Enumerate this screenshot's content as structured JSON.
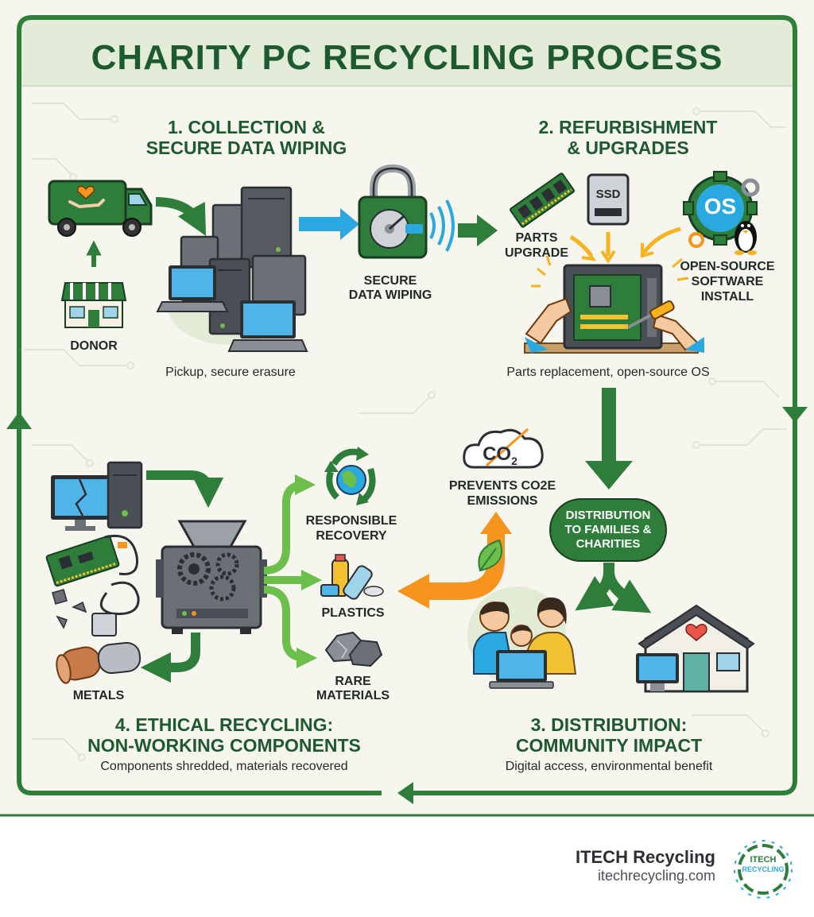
{
  "title": "CHARITY PC RECYCLING PROCESS",
  "step1": {
    "title_line1": "1. COLLECTION &",
    "title_line2": "SECURE DATA WIPING",
    "caption": "Pickup, secure erasure",
    "donor": "DONOR",
    "wipe_line1": "SECURE",
    "wipe_line2": "DATA WIPING"
  },
  "step2": {
    "title_line1": "2. REFURBISHMENT",
    "title_line2": "& UPGRADES",
    "caption": "Parts replacement, open-source OS",
    "parts_line1": "PARTS",
    "parts_line2": "UPGRADE",
    "ssd": "SSD",
    "os": "OS",
    "software_line1": "OPEN-SOURCE",
    "software_line2": "SOFTWARE",
    "software_line3": "INSTALL"
  },
  "step3": {
    "title_line1": "3. DISTRIBUTION:",
    "title_line2": "COMMUNITY IMPACT",
    "caption": "Digital access, environmental benefit",
    "bubble_line1": "DISTRIBUTION",
    "bubble_line2": "TO FAMILIES &",
    "bubble_line3": "CHARITIES",
    "co2_symbol": "CO",
    "co2_sub": "2",
    "co2_line1": "PREVENTS CO2e",
    "co2_line2": "EMISSIONS"
  },
  "step4": {
    "title_line1": "4. ETHICAL RECYCLING:",
    "title_line2": "NON-WORKING COMPONENTS",
    "caption": "Components shredded, materials recovered",
    "recovery_line1": "RESPONSIBLE",
    "recovery_line2": "RECOVERY",
    "plastics": "PLASTICS",
    "rare_line1": "RARE",
    "rare_line2": "MATERIALS",
    "metals": "METALS"
  },
  "footer": {
    "brand": "ITECH Recycling",
    "url": "itechrecycling.com",
    "logo_line1": "ITECH",
    "logo_line2": "RECYCLING"
  },
  "colors": {
    "green_dark": "#1e5a30",
    "green_mid": "#2e7d3a",
    "green_light": "#6cbf4a",
    "blue": "#29a9e0",
    "orange": "#f7941d",
    "background": "#f6f5ee"
  },
  "icons": [
    "delivery-van-icon",
    "heart-hand-icon",
    "storefront-icon",
    "desktop-tower-icon",
    "laptop-icon",
    "padlock-icon",
    "hard-drive-icon",
    "ram-stick-icon",
    "ssd-icon",
    "os-gear-icon",
    "penguin-icon",
    "computer-case-icon",
    "screwdriver-icon",
    "cloud-co2-icon",
    "leaf-icon",
    "family-icon",
    "house-heart-icon",
    "broken-monitor-icon",
    "circuit-board-icon",
    "cable-icon",
    "shredder-icon",
    "recycle-globe-icon",
    "plastic-bottle-icon",
    "rock-icon",
    "metal-tube-icon"
  ]
}
